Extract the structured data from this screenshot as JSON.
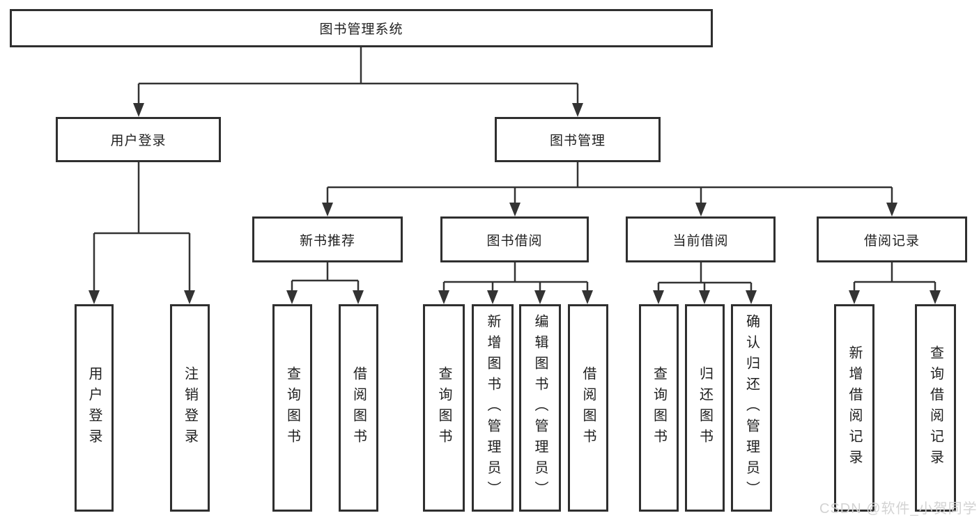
{
  "tree": {
    "label": "图书管理系统",
    "children": [
      {
        "label": "用户登录",
        "children": [
          {
            "label": "用户登录"
          },
          {
            "label": "注销登录"
          }
        ]
      },
      {
        "label": "图书管理",
        "children": [
          {
            "label": "新书推荐",
            "children": [
              {
                "label": "查询图书"
              },
              {
                "label": "借阅图书"
              }
            ]
          },
          {
            "label": "图书借阅",
            "children": [
              {
                "label": "查询图书"
              },
              {
                "label": "新增图书（管理员）"
              },
              {
                "label": "编辑图书（管理员）"
              },
              {
                "label": "借阅图书"
              }
            ]
          },
          {
            "label": "当前借阅",
            "children": [
              {
                "label": "查询图书"
              },
              {
                "label": "归还图书"
              },
              {
                "label": "确认归还（管理员）"
              }
            ]
          },
          {
            "label": "借阅记录",
            "children": [
              {
                "label": "新增借阅记录"
              },
              {
                "label": "查询借阅记录"
              }
            ]
          }
        ]
      }
    ]
  },
  "watermark": {
    "text": "CSDN @软件_小贺同学",
    "color": "#d3d3d3"
  },
  "colors": {
    "line": "#333333",
    "box_border": "#2f2f2f",
    "text": "#1f1f1f",
    "background": "#ffffff"
  }
}
